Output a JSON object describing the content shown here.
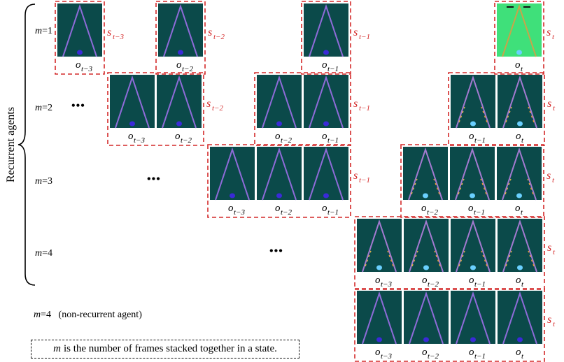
{
  "colors": {
    "frame_bg": "#0b4a4a",
    "frame_bg_highlight": "#3fe07a",
    "lane": "#8e6bd8",
    "lane_highlight": "#c9a44a",
    "dashed_box": "#d42a2a",
    "text": "#000000"
  },
  "side_label": "Recurrent agents",
  "rows": [
    {
      "id": "m1",
      "m_var": "m",
      "m_value": "=1",
      "dots": "",
      "groups": [
        {
          "frames": [
            {
              "o": "o",
              "sub": "t−3",
              "highlight": false
            }
          ],
          "s": "s",
          "s_sub": "t−3"
        },
        {
          "frames": [
            {
              "o": "o",
              "sub": "t−2",
              "highlight": false
            }
          ],
          "s": "s",
          "s_sub": "t−2"
        },
        {
          "frames": [
            {
              "o": "o",
              "sub": "t−1",
              "highlight": false
            }
          ],
          "s": "s",
          "s_sub": "t−1"
        },
        {
          "frames": [
            {
              "o": "o",
              "sub": "t",
              "highlight": true
            }
          ],
          "s": "s",
          "s_sub": "t"
        }
      ]
    },
    {
      "id": "m2",
      "m_var": "m",
      "m_value": "=2",
      "dots": "•••",
      "groups": [
        {
          "frames": [
            {
              "o": "o",
              "sub": "t−3"
            },
            {
              "o": "o",
              "sub": "t−2"
            }
          ],
          "s": "s",
          "s_sub": "t−2"
        },
        {
          "frames": [
            {
              "o": "o",
              "sub": "t−2"
            },
            {
              "o": "o",
              "sub": "t−1"
            }
          ],
          "s": "s",
          "s_sub": "t−1"
        },
        {
          "frames": [
            {
              "o": "o",
              "sub": "t−1",
              "colored": true
            },
            {
              "o": "o",
              "sub": "t",
              "colored": true
            }
          ],
          "s": "s",
          "s_sub": "t"
        }
      ]
    },
    {
      "id": "m3",
      "m_var": "m",
      "m_value": "=3",
      "dots": "•••",
      "groups": [
        {
          "frames": [
            {
              "o": "o",
              "sub": "t−3"
            },
            {
              "o": "o",
              "sub": "t−2"
            },
            {
              "o": "o",
              "sub": "t−1"
            }
          ],
          "s": "s",
          "s_sub": "t−1"
        },
        {
          "frames": [
            {
              "o": "o",
              "sub": "t−2",
              "colored": true
            },
            {
              "o": "o",
              "sub": "t−1",
              "colored": true
            },
            {
              "o": "o",
              "sub": "t",
              "colored": true
            }
          ],
          "s": "s",
          "s_sub": "t"
        }
      ]
    },
    {
      "id": "m4",
      "m_var": "m",
      "m_value": "=4",
      "dots": "•••",
      "groups": [
        {
          "frames": [
            {
              "o": "o",
              "sub": "t−3",
              "colored": true
            },
            {
              "o": "o",
              "sub": "t−2",
              "colored": true
            },
            {
              "o": "o",
              "sub": "t−1",
              "colored": true
            },
            {
              "o": "o",
              "sub": "t",
              "colored": true
            }
          ],
          "s": "s",
          "s_sub": "t"
        }
      ]
    }
  ],
  "nonrecurrent": {
    "m_var": "m",
    "m_value": "=4",
    "label": "(non-recurrent agent)",
    "frames": [
      {
        "o": "o",
        "sub": "t−3"
      },
      {
        "o": "o",
        "sub": "t−2"
      },
      {
        "o": "o",
        "sub": "t−1"
      },
      {
        "o": "o",
        "sub": "t"
      }
    ],
    "s": "s",
    "s_sub": "t"
  },
  "note": {
    "var": "m",
    "text": "is the number of frames stacked together in a state."
  }
}
